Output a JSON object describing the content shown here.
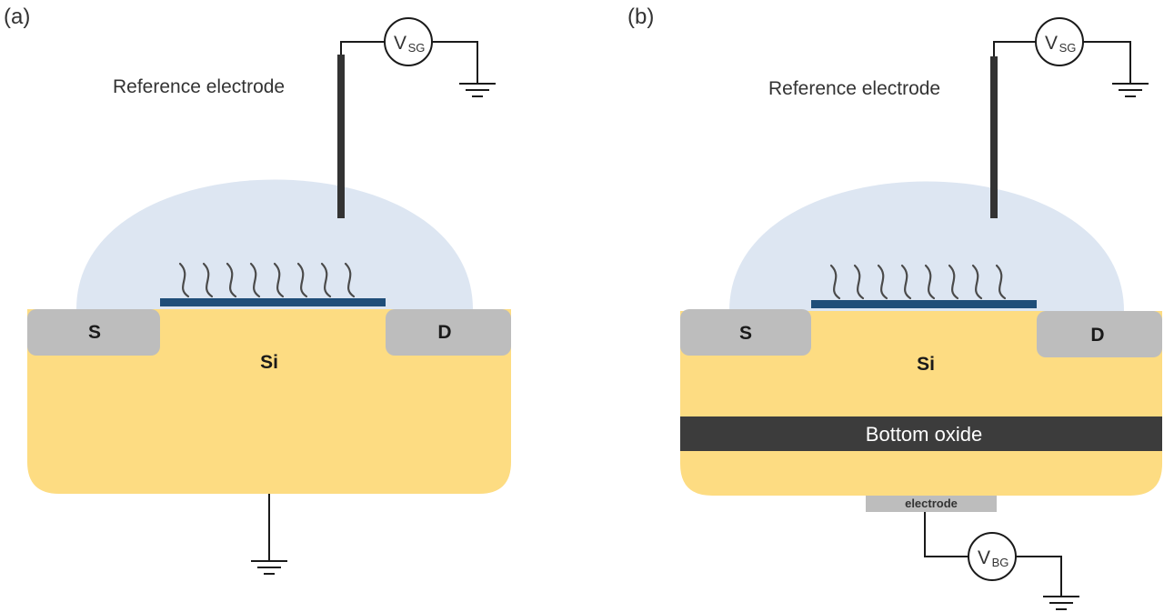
{
  "panels": [
    {
      "panel_label": "(a)",
      "reference_label": "Reference electrode",
      "source_label": "S",
      "drain_label": "D",
      "substrate_label": "Si",
      "voltmeter": {
        "main": "V",
        "sub": "SG"
      }
    },
    {
      "panel_label": "(b)",
      "reference_label": "Reference electrode",
      "source_label": "S",
      "drain_label": "D",
      "substrate_label": "Si",
      "voltmeter": {
        "main": "V",
        "sub": "SG"
      },
      "bottom_oxide_label": "Bottom oxide",
      "back_electrode_label": "electrode",
      "back_voltmeter": {
        "main": "V",
        "sub": "BG"
      }
    }
  ],
  "colors": {
    "droplet": "#dde6f2",
    "silicon": "#fddc82",
    "contact": "#bdbdbd",
    "gate_layer": "#1f4e79",
    "bottom_oxide": "#3c3c3c",
    "electrode_rod": "#333333"
  }
}
